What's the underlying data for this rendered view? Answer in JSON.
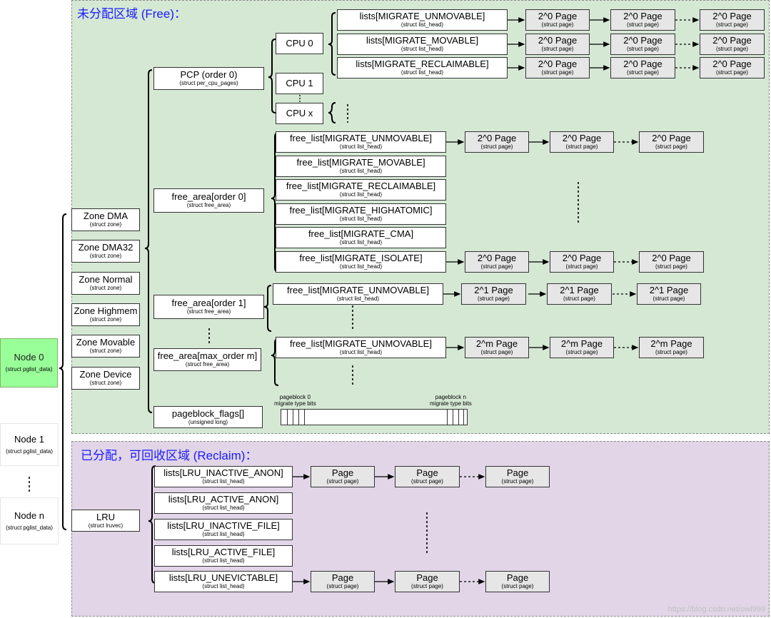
{
  "regions": {
    "free_title": "未分配区域 (Free)：",
    "reclaim_title": "已分配，可回收区域 (Reclaim)："
  },
  "nodes": [
    {
      "label": "Node 0",
      "sub": "(struct pglist_data)"
    },
    {
      "label": "Node 1",
      "sub": "(struct pglist_data)"
    },
    {
      "label": "Node n",
      "sub": "(struct pglist_data)"
    }
  ],
  "zones": [
    {
      "label": "Zone DMA",
      "sub": "(struct zone)"
    },
    {
      "label": "Zone DMA32",
      "sub": "(struct zone)"
    },
    {
      "label": "Zone Normal",
      "sub": "(struct zone)"
    },
    {
      "label": "Zone Highmem",
      "sub": "(struct zone)"
    },
    {
      "label": "Zone Movable",
      "sub": "(struct zone)"
    },
    {
      "label": "Zone Device",
      "sub": "(struct zone)"
    }
  ],
  "lru": {
    "label": "LRU",
    "sub": "(struct lruvec)"
  },
  "pcp": {
    "label": "PCP (order 0)",
    "sub": "(struct per_cpu_pages)"
  },
  "cpus": [
    "CPU 0",
    "CPU 1",
    "CPU x"
  ],
  "pcp_lists": [
    {
      "label": "lists[MIGRATE_UNMOVABLE]",
      "sub": "(struct list_head)"
    },
    {
      "label": "lists[MIGRATE_MOVABLE]",
      "sub": "(struct list_head)"
    },
    {
      "label": "lists[MIGRATE_RECLAIMABLE]",
      "sub": "(struct list_head)"
    }
  ],
  "free_areas": [
    {
      "label": "free_area[order 0]",
      "sub": "(struct free_area)"
    },
    {
      "label": "free_area[order 1]",
      "sub": "(struct free_area)"
    },
    {
      "label": "free_area[max_order m]",
      "sub": "(struct free_area)"
    }
  ],
  "order0_lists": [
    {
      "label": "free_list[MIGRATE_UNMOVABLE]",
      "sub": "(struct list_head)"
    },
    {
      "label": "free_list[MIGRATE_MOVABLE]",
      "sub": "(struct list_head)"
    },
    {
      "label": "free_list[MIGRATE_RECLAIMABLE]",
      "sub": "(struct list_head)"
    },
    {
      "label": "free_list[MIGRATE_HIGHATOMIC]",
      "sub": "(struct list_head)"
    },
    {
      "label": "free_list[MIGRATE_CMA]",
      "sub": "(struct list_head)"
    },
    {
      "label": "free_list[MIGRATE_ISOLATE]",
      "sub": "(struct list_head)"
    }
  ],
  "order1_list": {
    "label": "free_list[MIGRATE_UNMOVABLE]",
    "sub": "(struct list_head)"
  },
  "orderm_list": {
    "label": "free_list[MIGRATE_UNMOVABLE]",
    "sub": "(struct list_head)"
  },
  "pages": {
    "p0": {
      "label": "2^0 Page",
      "sub": "(struct page)"
    },
    "p1": {
      "label": "2^1 Page",
      "sub": "(struct page)"
    },
    "pm": {
      "label": "2^m Page",
      "sub": "(struct page)"
    },
    "plain": {
      "label": "Page",
      "sub": "(struct page)"
    }
  },
  "pageblock": {
    "label": "pageblock_flags[]",
    "sub": "(unsigned long)",
    "bits0": "pageblock 0\nmigrate type bits",
    "bitsn": "pageblock n\nmigrate type bits"
  },
  "lru_lists": [
    {
      "label": "lists[LRU_INACTIVE_ANON]",
      "sub": "(struct list_head)"
    },
    {
      "label": "lists[LRU_ACTIVE_ANON]",
      "sub": "(struct list_head)"
    },
    {
      "label": "lists[LRU_INACTIVE_FILE]",
      "sub": "(struct list_head)"
    },
    {
      "label": "lists[LRU_ACTIVE_FILE]",
      "sub": "(struct list_head)"
    },
    {
      "label": "lists[LRU_UNEVICTABLE]",
      "sub": "(struct list_head)"
    }
  ],
  "watermark": "https://blog.csdn.net/owl999"
}
